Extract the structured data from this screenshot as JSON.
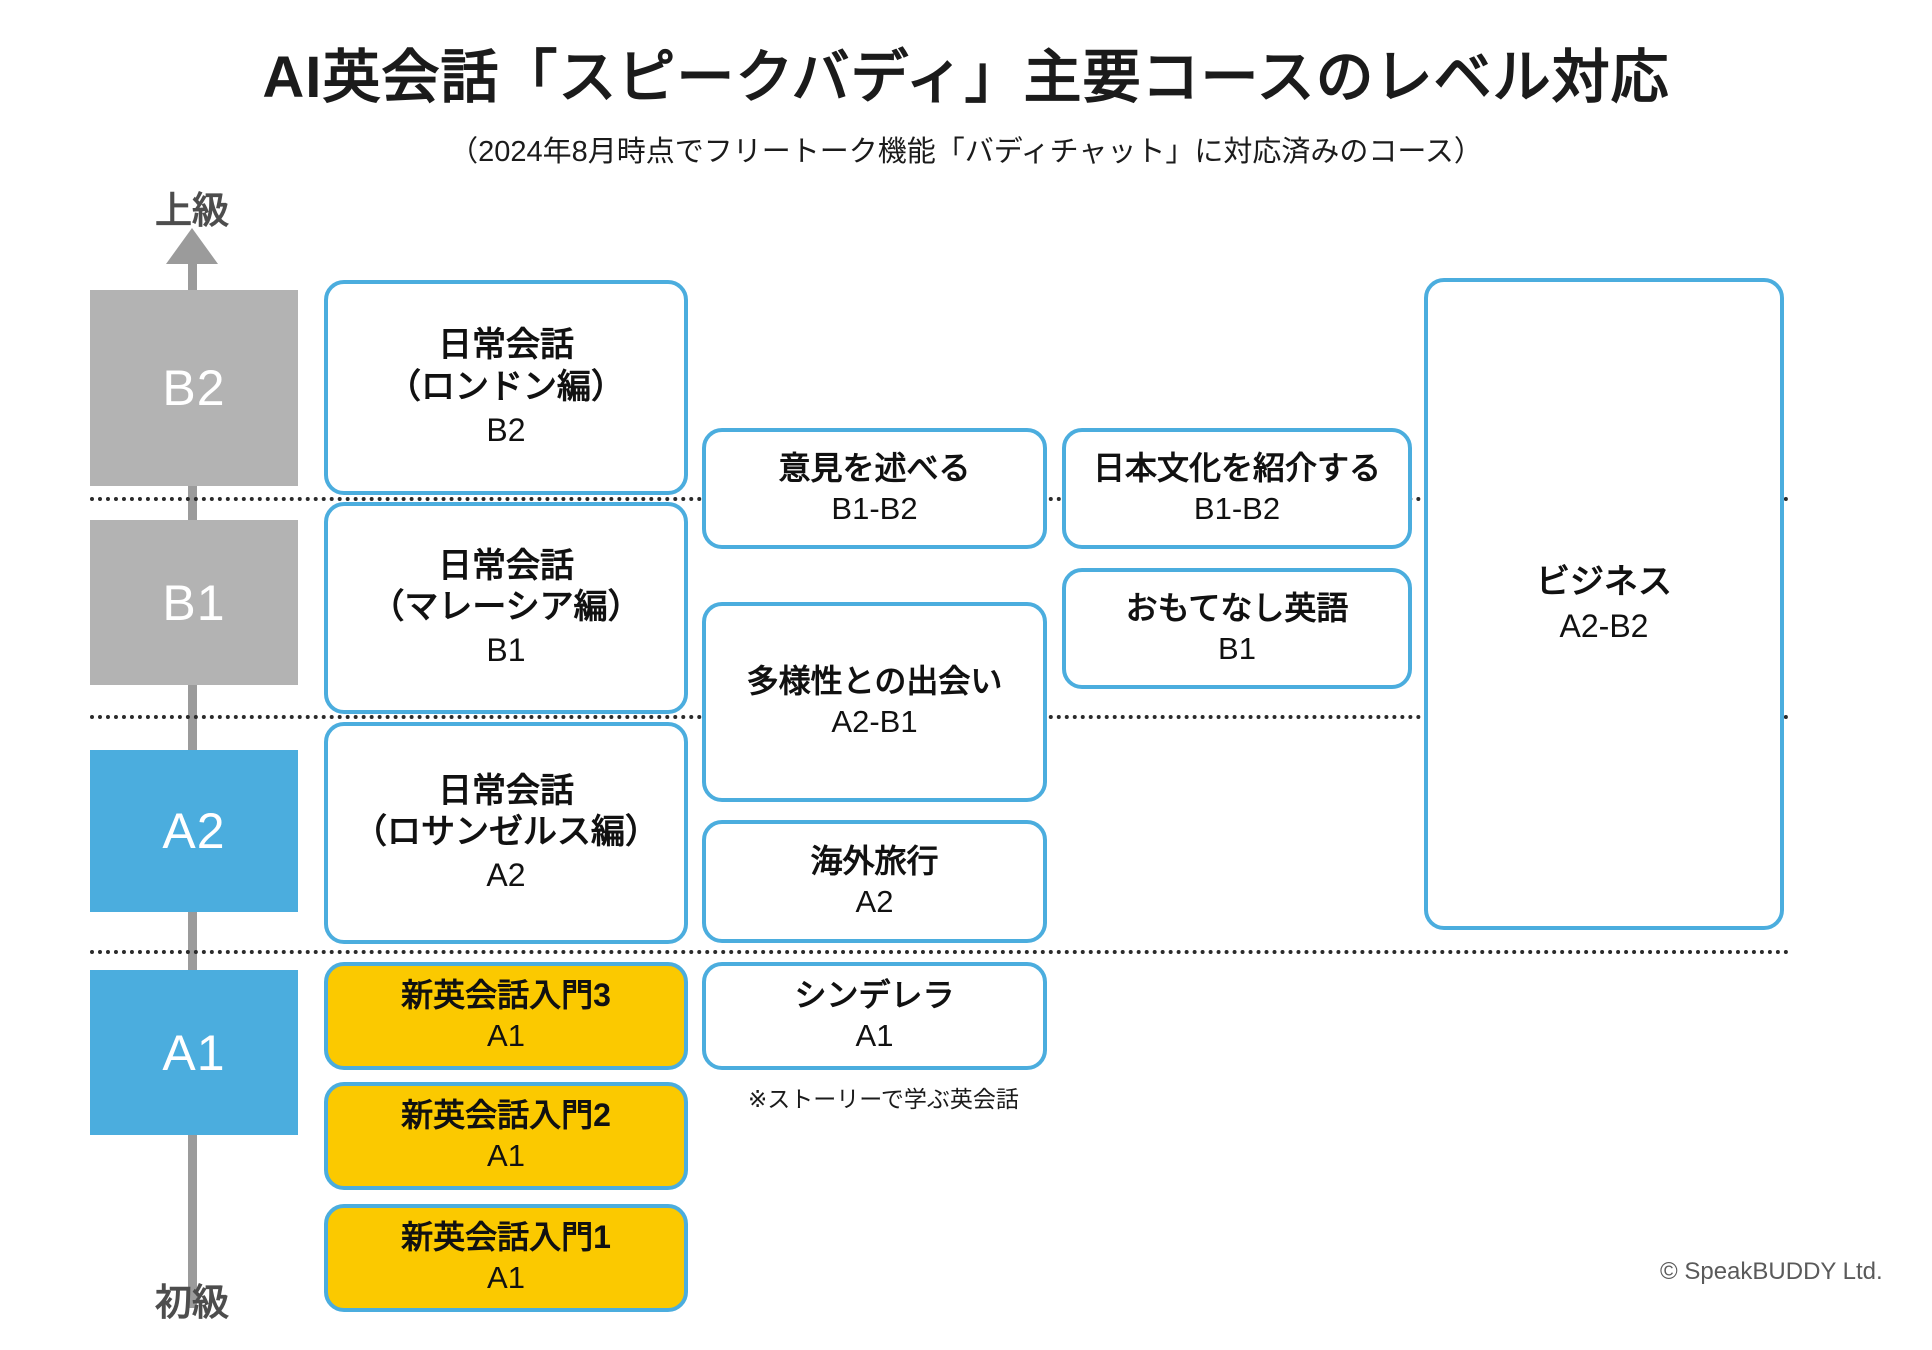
{
  "header": {
    "title": "AI英会話「スピークバディ」主要コースのレベル対応",
    "subtitle": "（2024年8月時点でフリートーク機能「バディチャット」に対応済みのコース）"
  },
  "axis": {
    "top_label": "上級",
    "bottom_label": "初級",
    "arrow_color": "#9b9b9b",
    "levels": [
      {
        "label": "B2",
        "color": "#b3b3b3"
      },
      {
        "label": "B1",
        "color": "#b3b3b3"
      },
      {
        "label": "A2",
        "color": "#4badde"
      },
      {
        "label": "A1",
        "color": "#4badde"
      }
    ]
  },
  "colors": {
    "card_border": "#4badde",
    "card_highlight_fill": "#fbc900",
    "gray_level": "#b3b3b3",
    "blue_level": "#4badde"
  },
  "courses": [
    {
      "name": "日常会話\n（ロンドン編）",
      "level": "B2",
      "highlight": false
    },
    {
      "name": "日常会話\n（マレーシア編）",
      "level": "B1",
      "highlight": false
    },
    {
      "name": "日常会話\n（ロサンゼルス編）",
      "level": "A2",
      "highlight": false
    },
    {
      "name": "新英会話入門3",
      "level": "A1",
      "highlight": true
    },
    {
      "name": "新英会話入門2",
      "level": "A1",
      "highlight": true
    },
    {
      "name": "新英会話入門1",
      "level": "A1",
      "highlight": true
    },
    {
      "name": "意見を述べる",
      "level": "B1-B2",
      "highlight": false
    },
    {
      "name": "多様性との出会い",
      "level": "A2-B1",
      "highlight": false
    },
    {
      "name": "海外旅行",
      "level": "A2",
      "highlight": false
    },
    {
      "name": "シンデレラ",
      "level": "A1",
      "highlight": false
    },
    {
      "name": "日本文化を紹介する",
      "level": "B1-B2",
      "highlight": false
    },
    {
      "name": "おもてなし英語",
      "level": "B1",
      "highlight": false
    },
    {
      "name": "ビジネス",
      "level": "A2-B2",
      "highlight": false
    }
  ],
  "footnote": "※ストーリーで学ぶ英会話",
  "credit": "© SpeakBUDDY Ltd."
}
